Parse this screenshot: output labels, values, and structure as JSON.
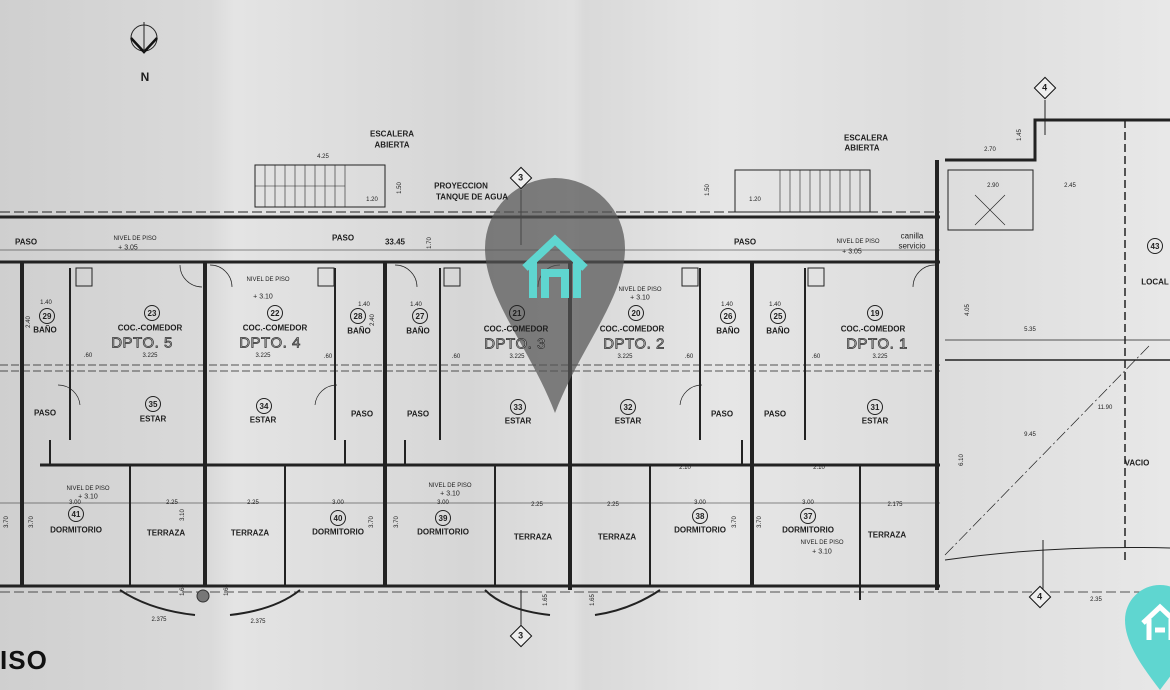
{
  "north": "N",
  "sheet_title": "ISO",
  "annotations": {
    "stair_left": [
      "ESCALERA",
      "ABIERTA"
    ],
    "stair_right": [
      "ESCALERA",
      "ABIERTA"
    ],
    "water_tank": [
      "PROYECCION",
      "TANQUE DE AGUA"
    ],
    "service_tap": [
      "canilla",
      "servicio"
    ],
    "level_label": "NIVEL DE PISO",
    "level_305": "+ 3.05",
    "level_310": "+ 3.10",
    "corridor": "PASO",
    "corridor_length": "33.45",
    "vacio": "VACIO"
  },
  "axes": [
    "3",
    "4"
  ],
  "units": [
    {
      "name": "DPTO. 5",
      "kitchen_no": "23",
      "bath_no": "29",
      "living_no": "35",
      "bedroom_no": "41"
    },
    {
      "name": "DPTO. 4",
      "kitchen_no": "22",
      "bath_no": "28",
      "living_no": "34",
      "bedroom_no": "40"
    },
    {
      "name": "DPTO. 3",
      "kitchen_no": "21",
      "bath_no": "27",
      "living_no": "33",
      "bedroom_no": "39"
    },
    {
      "name": "DPTO. 2",
      "kitchen_no": "20",
      "bath_no": "26",
      "living_no": "32",
      "bedroom_no": "38"
    },
    {
      "name": "DPTO. 1",
      "kitchen_no": "19",
      "bath_no": "25",
      "living_no": "31",
      "bedroom_no": "37"
    }
  ],
  "room_names": {
    "kitchen": "COC.-COMEDOR",
    "bath": "BAÑO",
    "living": "ESTAR",
    "bedroom": "DORMITORIO",
    "terrace": "TERRAZA",
    "passage": "PASO",
    "local": "LOCAL"
  },
  "local_no": "43",
  "dims": [
    "4.25",
    "1.20",
    "1.50",
    "1.20",
    "1.50",
    "3.225",
    "1.40",
    "2.40",
    ".60",
    "3.00",
    "2.25",
    "2.375",
    "1.65",
    "3.70",
    "2.10",
    "2.175",
    "2.70",
    "2.90",
    "2.45",
    "1.45",
    "4.05",
    "5.35",
    "11.90",
    "9.45",
    "6.10",
    "2.35",
    "1.70",
    "3.10"
  ],
  "colors": {
    "watermark_gray": "#555555",
    "brand_teal": "#5fd6d0"
  }
}
